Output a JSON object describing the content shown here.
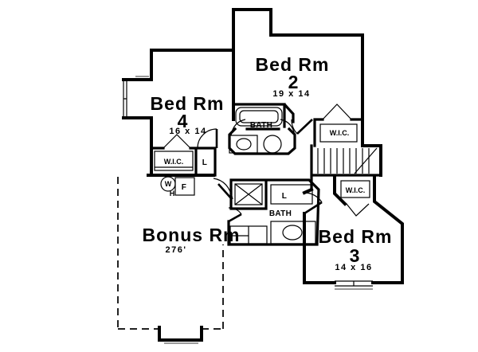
{
  "plan": {
    "bedroom2": {
      "name": "Bed Rm",
      "number": "2",
      "size": "19 x 14"
    },
    "bedroom4": {
      "name": "Bed Rm",
      "number": "4",
      "size": "16 x 14"
    },
    "bedroom3": {
      "name": "Bed Rm",
      "number": "3",
      "size": "14 x 16"
    },
    "bonus": {
      "name": "Bonus Rm",
      "size": "276'"
    },
    "labels": {
      "bath_upper": "BATH",
      "bath_lower": "BATH",
      "wic_bed4": "W.I.C.",
      "wic_bed2": "W.I.C.",
      "wic_bed3": "W.I.C.",
      "linen_upper": "L",
      "linen_lower": "L",
      "furnace": "F",
      "water_heater_w": "W",
      "water_heater_h": "H"
    },
    "colors": {
      "wall": "#000000",
      "background": "#ffffff",
      "sill": "#9a9a9a"
    }
  }
}
